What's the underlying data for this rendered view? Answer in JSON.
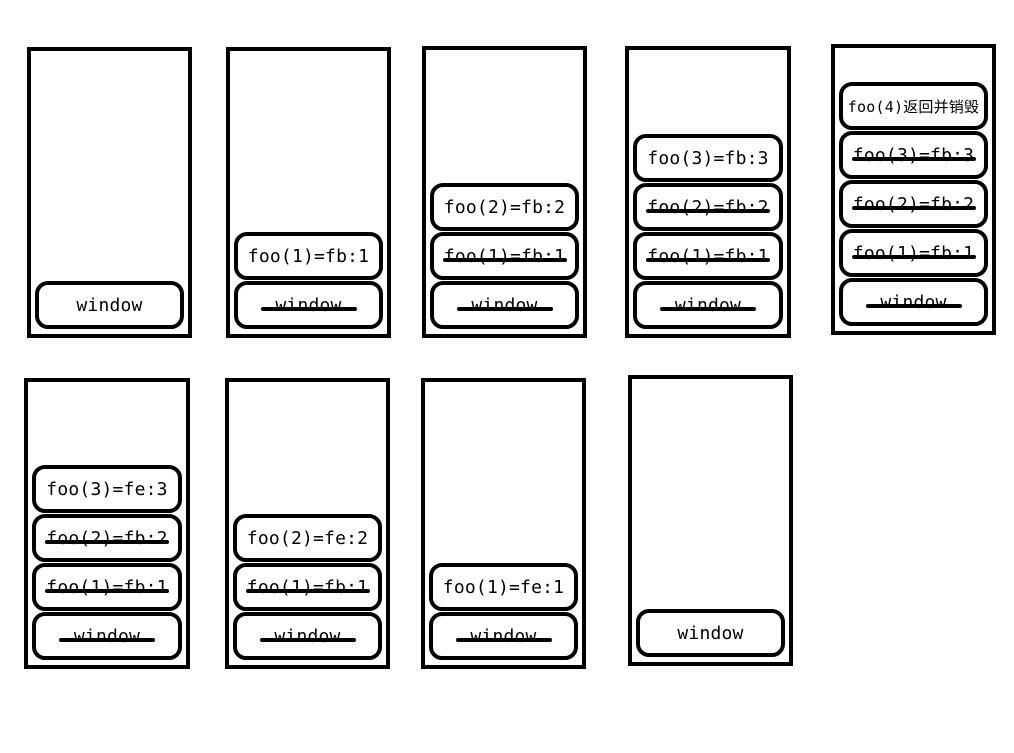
{
  "stacks": [
    {
      "frames": [
        {
          "label": "window",
          "struck": false
        }
      ]
    },
    {
      "frames": [
        {
          "label": "window",
          "struck": true
        },
        {
          "label": "foo(1)=fb:1",
          "struck": false
        }
      ]
    },
    {
      "frames": [
        {
          "label": "window",
          "struck": true
        },
        {
          "label": "foo(1)=fb:1",
          "struck": true
        },
        {
          "label": "foo(2)=fb:2",
          "struck": false
        }
      ]
    },
    {
      "frames": [
        {
          "label": "window",
          "struck": true
        },
        {
          "label": "foo(1)=fb:1",
          "struck": true
        },
        {
          "label": "foo(2)=fb:2",
          "struck": true
        },
        {
          "label": "foo(3)=fb:3",
          "struck": false
        }
      ]
    },
    {
      "frames": [
        {
          "label": "window",
          "struck": true
        },
        {
          "label": "foo(1)=fb:1",
          "struck": true
        },
        {
          "label": "foo(2)=fb:2",
          "struck": true
        },
        {
          "label": "foo(3)=fb:3",
          "struck": true
        },
        {
          "label": "foo(4)返回并销毁",
          "struck": false
        }
      ]
    },
    {
      "frames": [
        {
          "label": "window",
          "struck": true
        },
        {
          "label": "foo(1)=fb:1",
          "struck": true
        },
        {
          "label": "foo(2)=fb:2",
          "struck": true
        },
        {
          "label": "foo(3)=fe:3",
          "struck": false
        }
      ]
    },
    {
      "frames": [
        {
          "label": "window",
          "struck": true
        },
        {
          "label": "foo(1)=fb:1",
          "struck": true
        },
        {
          "label": "foo(2)=fe:2",
          "struck": false
        }
      ]
    },
    {
      "frames": [
        {
          "label": "window",
          "struck": true
        },
        {
          "label": "foo(1)=fe:1",
          "struck": false
        }
      ]
    },
    {
      "frames": [
        {
          "label": "window",
          "struck": false
        }
      ]
    }
  ]
}
